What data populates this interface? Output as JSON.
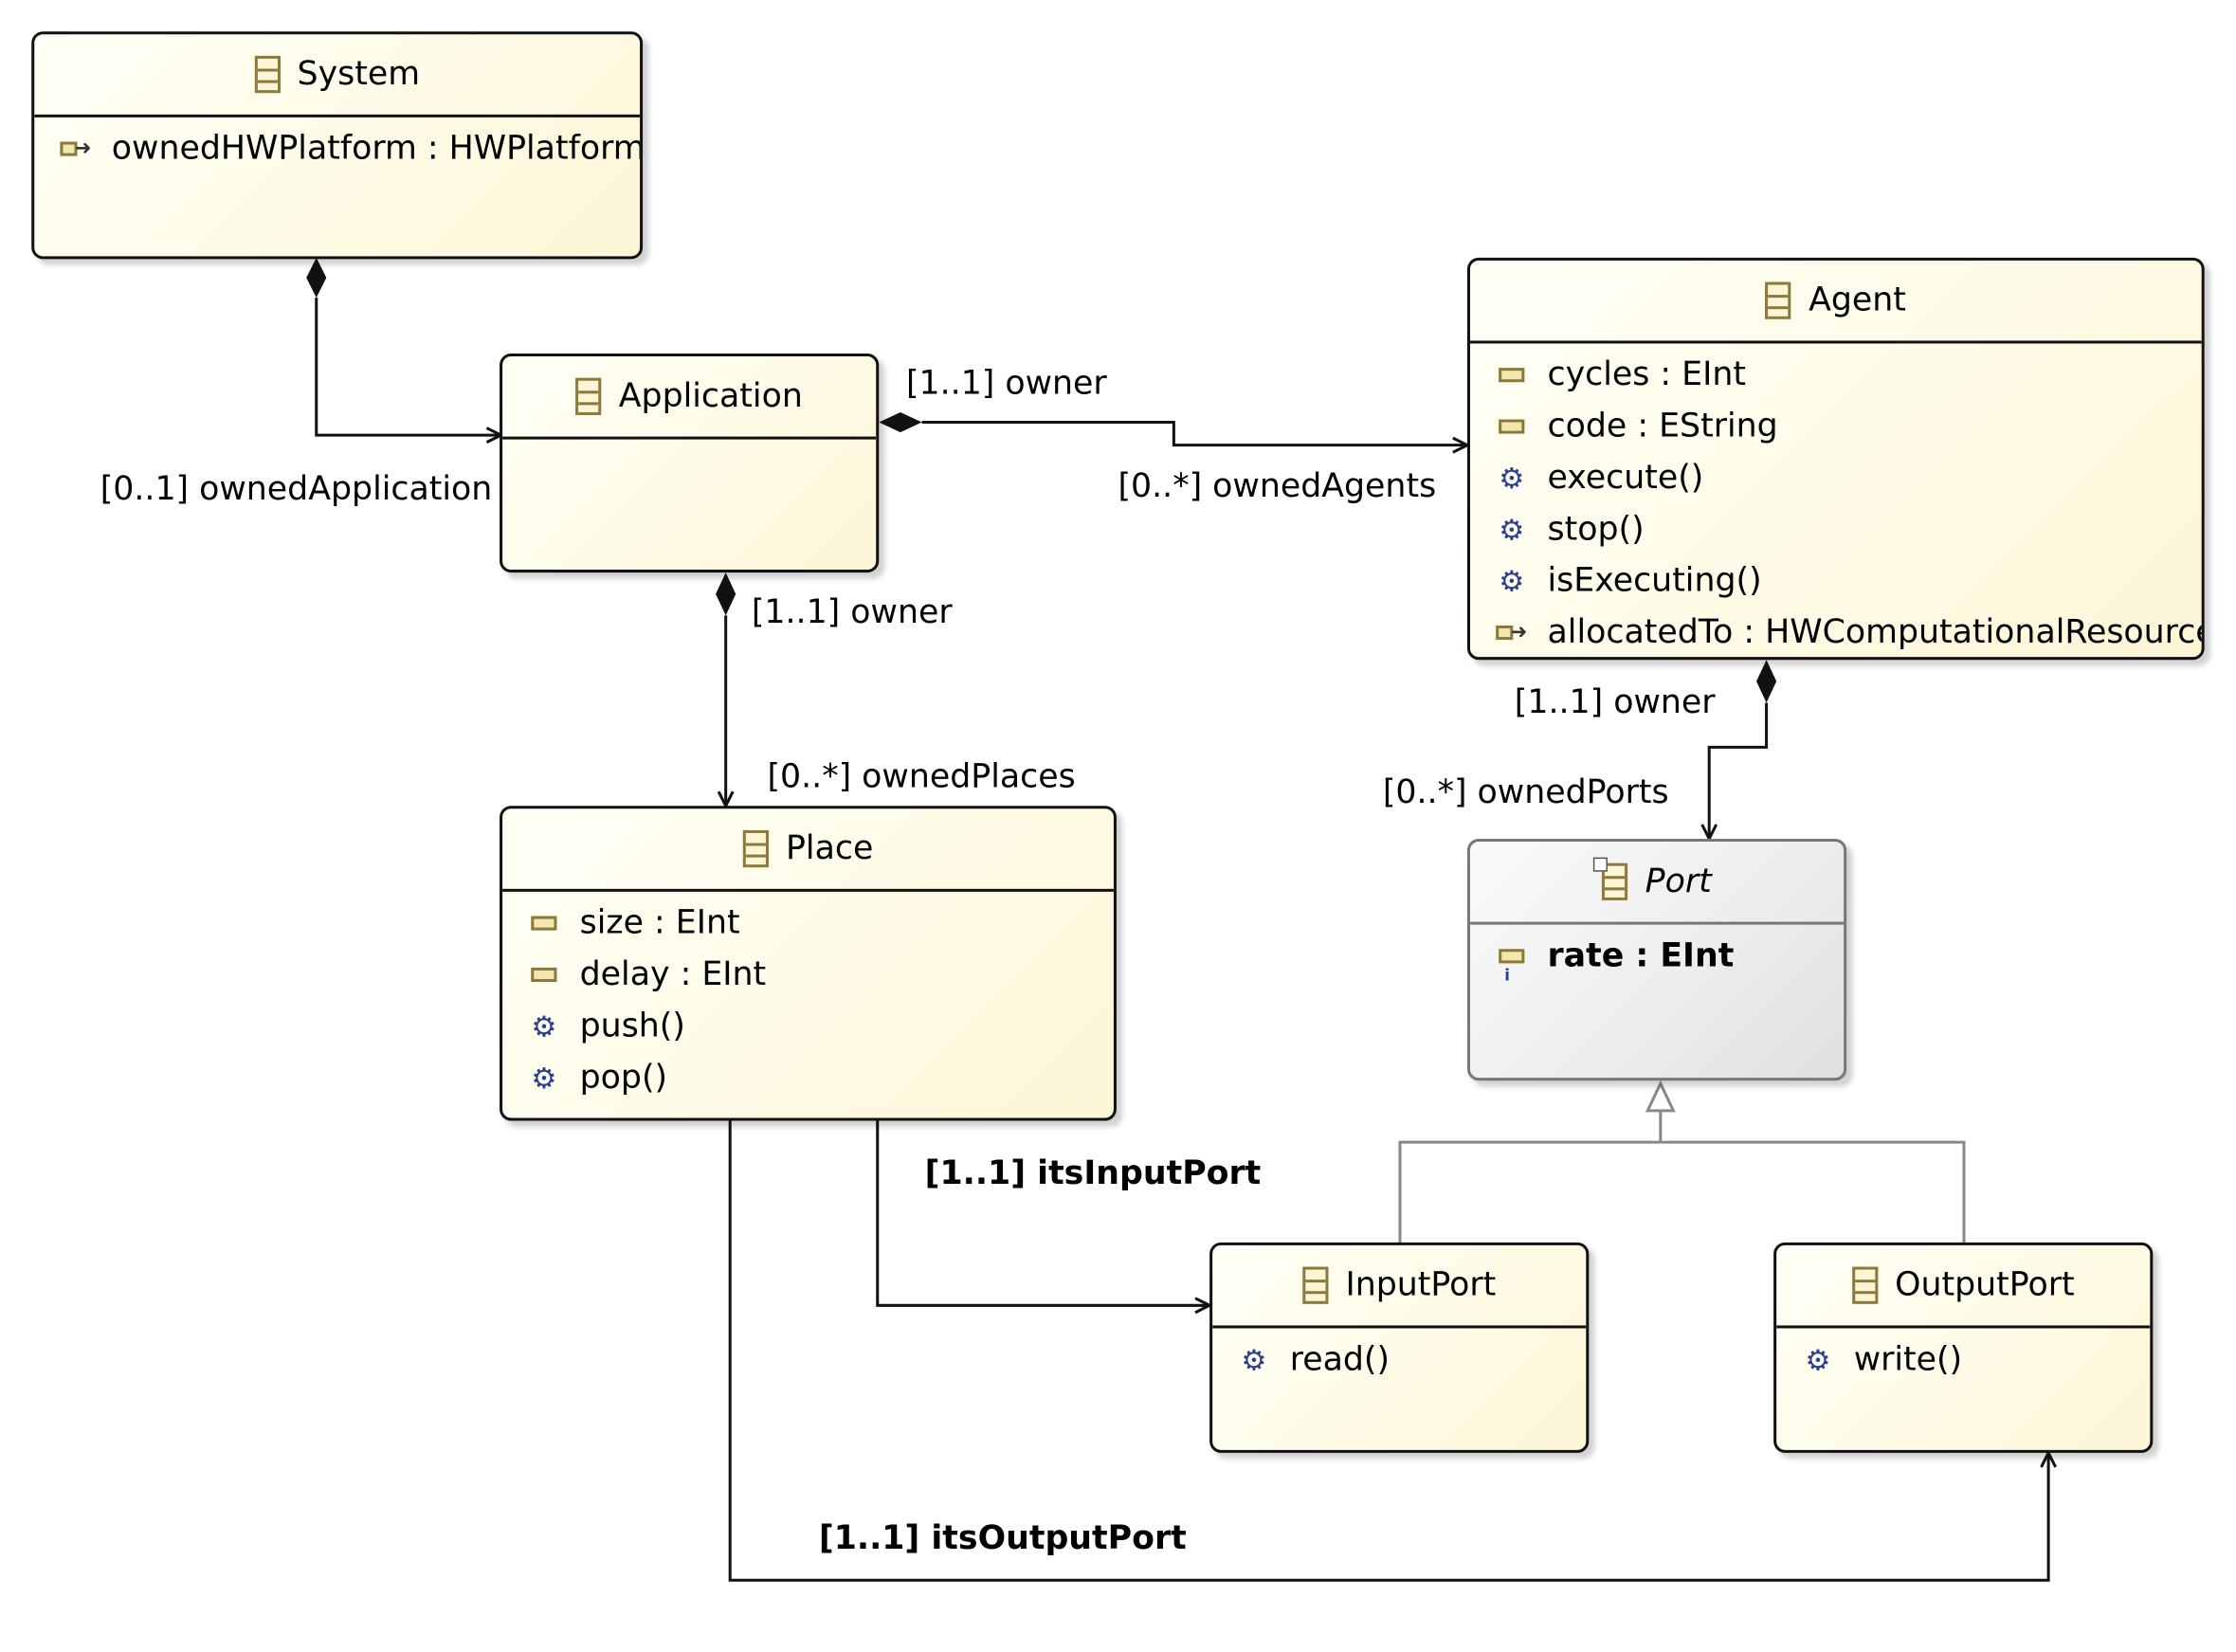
{
  "classes": {
    "system": {
      "name": "System",
      "rows": [
        {
          "icon": "reference-icon",
          "text": "ownedHWPlatform : HWPlatform"
        }
      ]
    },
    "application": {
      "name": "Application",
      "rows": []
    },
    "agent": {
      "name": "Agent",
      "rows": [
        {
          "icon": "attribute-icon",
          "text": "cycles : EInt"
        },
        {
          "icon": "attribute-icon",
          "text": "code : EString"
        },
        {
          "icon": "operation-icon",
          "text": "execute()"
        },
        {
          "icon": "operation-icon",
          "text": "stop()"
        },
        {
          "icon": "operation-icon",
          "text": "isExecuting()"
        },
        {
          "icon": "reference-icon",
          "text": "allocatedTo : HWComputationalResource"
        }
      ]
    },
    "place": {
      "name": "Place",
      "rows": [
        {
          "icon": "attribute-icon",
          "text": "size : EInt"
        },
        {
          "icon": "attribute-icon",
          "text": "delay : EInt"
        },
        {
          "icon": "operation-icon",
          "text": "push()"
        },
        {
          "icon": "operation-icon",
          "text": "pop()"
        }
      ]
    },
    "port": {
      "name": "Port",
      "abstract": true,
      "rows": [
        {
          "icon": "static-attribute-icon",
          "text": "rate : EInt"
        }
      ]
    },
    "inputport": {
      "name": "InputPort",
      "rows": [
        {
          "icon": "operation-icon",
          "text": "read()"
        }
      ]
    },
    "outputport": {
      "name": "OutputPort",
      "rows": [
        {
          "icon": "operation-icon",
          "text": "write()"
        }
      ]
    }
  },
  "edges": {
    "owned_application": "[0..1] ownedApplication",
    "app_owner_agents": "[1..1] owner",
    "owned_agents": "[0..*] ownedAgents",
    "app_owner_places": "[1..1] owner",
    "owned_places": "[0..*] ownedPlaces",
    "agent_owner": "[1..1] owner",
    "owned_ports": "[0..*] ownedPorts",
    "its_input_port": "[1..1] itsInputPort",
    "its_output_port": "[1..1] itsOutputPort"
  },
  "colors": {
    "class_fill": "#fdf6d6",
    "class_border": "#111111",
    "abstract_fill": "#e8e8e8",
    "abstract_border": "#777777",
    "icon_brown": "#8b7a3b",
    "operation_blue": "#2b3e8f",
    "generalization_gray": "#888888"
  }
}
